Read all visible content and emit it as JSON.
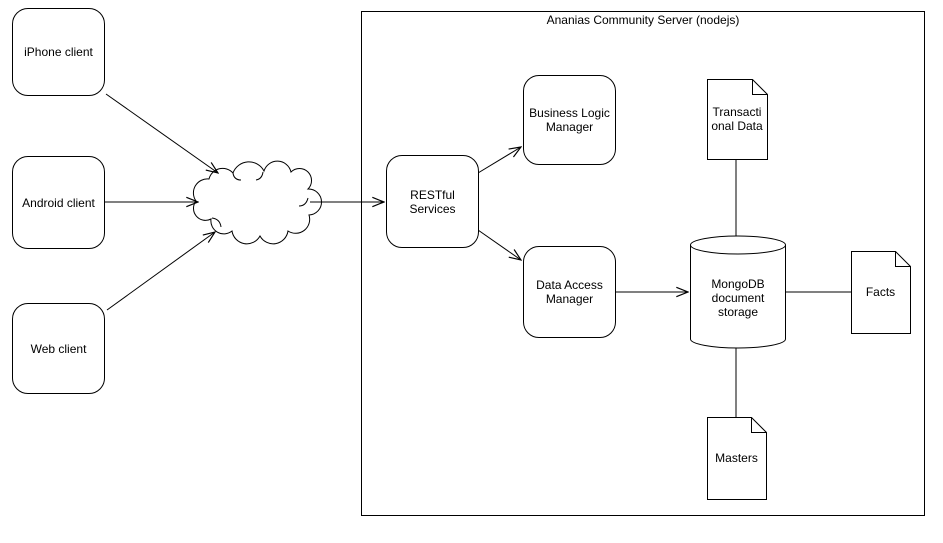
{
  "title": "Ananias Community Server (nodejs)",
  "nodes": {
    "iphone": {
      "label": "iPhone client"
    },
    "android": {
      "label": "Android client"
    },
    "web": {
      "label": "Web client"
    },
    "cloud": {
      "label": ""
    },
    "restful": {
      "lines": [
        "RESTful",
        "Services"
      ]
    },
    "business_logic": {
      "lines": [
        "Business Logic",
        "Manager"
      ]
    },
    "data_access": {
      "lines": [
        "Data Access",
        "Manager"
      ]
    },
    "mongodb": {
      "lines": [
        "MongoDB",
        "document",
        "storage"
      ]
    },
    "transactional": {
      "lines": [
        "Transacti",
        "onal Data"
      ]
    },
    "facts": {
      "label": "Facts"
    },
    "masters": {
      "label": "Masters"
    }
  },
  "edges": [
    {
      "from": "iphone",
      "to": "cloud",
      "arrow": true
    },
    {
      "from": "android",
      "to": "cloud",
      "arrow": true
    },
    {
      "from": "web",
      "to": "cloud",
      "arrow": true
    },
    {
      "from": "cloud",
      "to": "restful",
      "arrow": true
    },
    {
      "from": "restful",
      "to": "business_logic",
      "arrow": true
    },
    {
      "from": "restful",
      "to": "data_access",
      "arrow": true
    },
    {
      "from": "data_access",
      "to": "mongodb",
      "arrow": true
    },
    {
      "from": "mongodb",
      "to": "transactional",
      "arrow": false
    },
    {
      "from": "mongodb",
      "to": "facts",
      "arrow": false
    },
    {
      "from": "mongodb",
      "to": "masters",
      "arrow": false
    }
  ],
  "colors": {
    "stroke": "#000000",
    "fill": "#ffffff",
    "text": "#000000"
  }
}
